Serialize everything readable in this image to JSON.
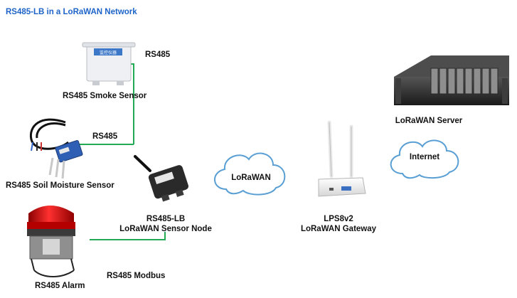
{
  "title": "RS485-LB in a LoRaWAN Network",
  "colors": {
    "title": "#1e64c8",
    "wire": "#22aa55",
    "cloud_fill": "#ffffff",
    "cloud_stroke": "#5a9fd4",
    "server_body": "#2b2b2b"
  },
  "devices": {
    "smoke_sensor": {
      "label": "RS485 Smoke Sensor",
      "screen_text": "监控仪器"
    },
    "soil_sensor": {
      "label": "RS485 Soil Moisture Sensor"
    },
    "alarm": {
      "label": "RS485 Alarm"
    },
    "node": {
      "label_line1": "RS485-LB",
      "label_line2": "LoRaWAN Sensor Node"
    },
    "gateway": {
      "label_line1": "LPS8v2",
      "label_line2": "LoRaWAN Gateway"
    },
    "server": {
      "label": "LoRaWAN Server"
    }
  },
  "links": {
    "rs485_top": "RS485",
    "rs485_mid": "RS485",
    "rs485_modbus": "RS485 Modbus"
  },
  "clouds": {
    "lorawan": "LoRaWAN",
    "internet": "Internet"
  }
}
